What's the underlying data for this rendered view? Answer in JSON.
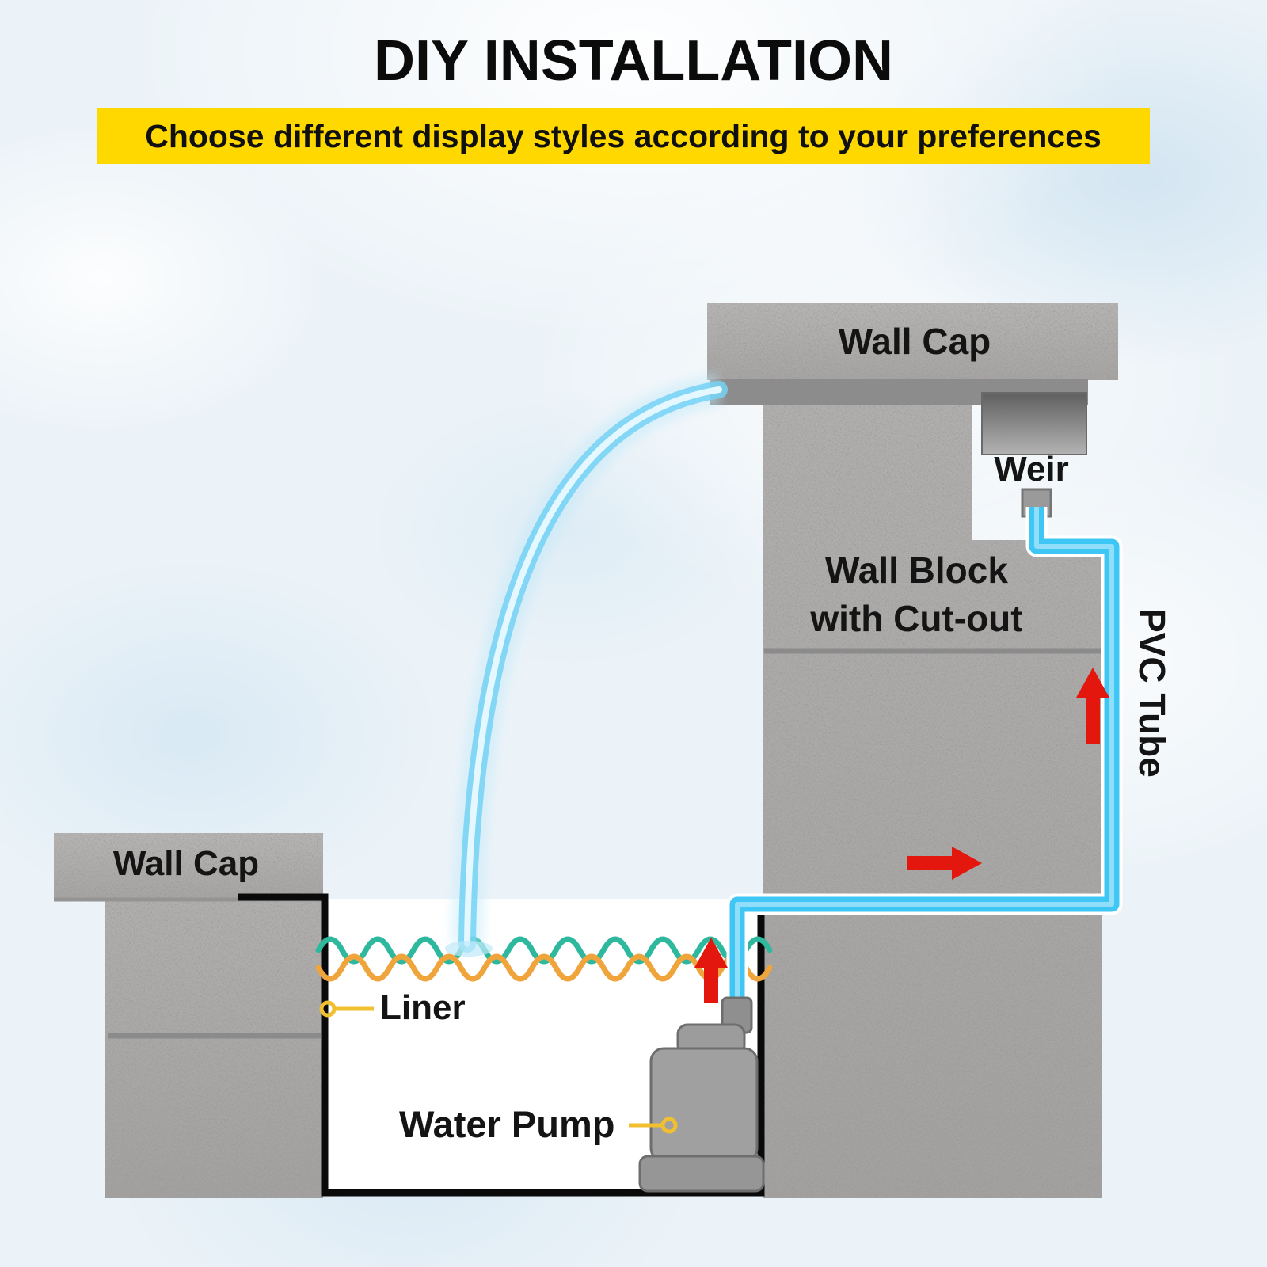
{
  "header": {
    "title": "DIY INSTALLATION",
    "subtitle": "Choose different display styles according to your preferences"
  },
  "labels": {
    "wall_cap_top": "Wall Cap",
    "weir": "Weir",
    "wall_block_line1": "Wall Block",
    "wall_block_line2": "with Cut-out",
    "pvc_tube": "PVC Tube",
    "wall_cap_left": "Wall Cap",
    "liner": "Liner",
    "water_pump": "Water Pump"
  },
  "colors": {
    "banner": "#FFD800",
    "tube": "#3EC7F5",
    "arrow": "#E3170D",
    "wall": "#ABA9A7",
    "wave_teal": "#2EB89E",
    "wave_orange": "#F0A43C",
    "leader": "#F0C030"
  }
}
